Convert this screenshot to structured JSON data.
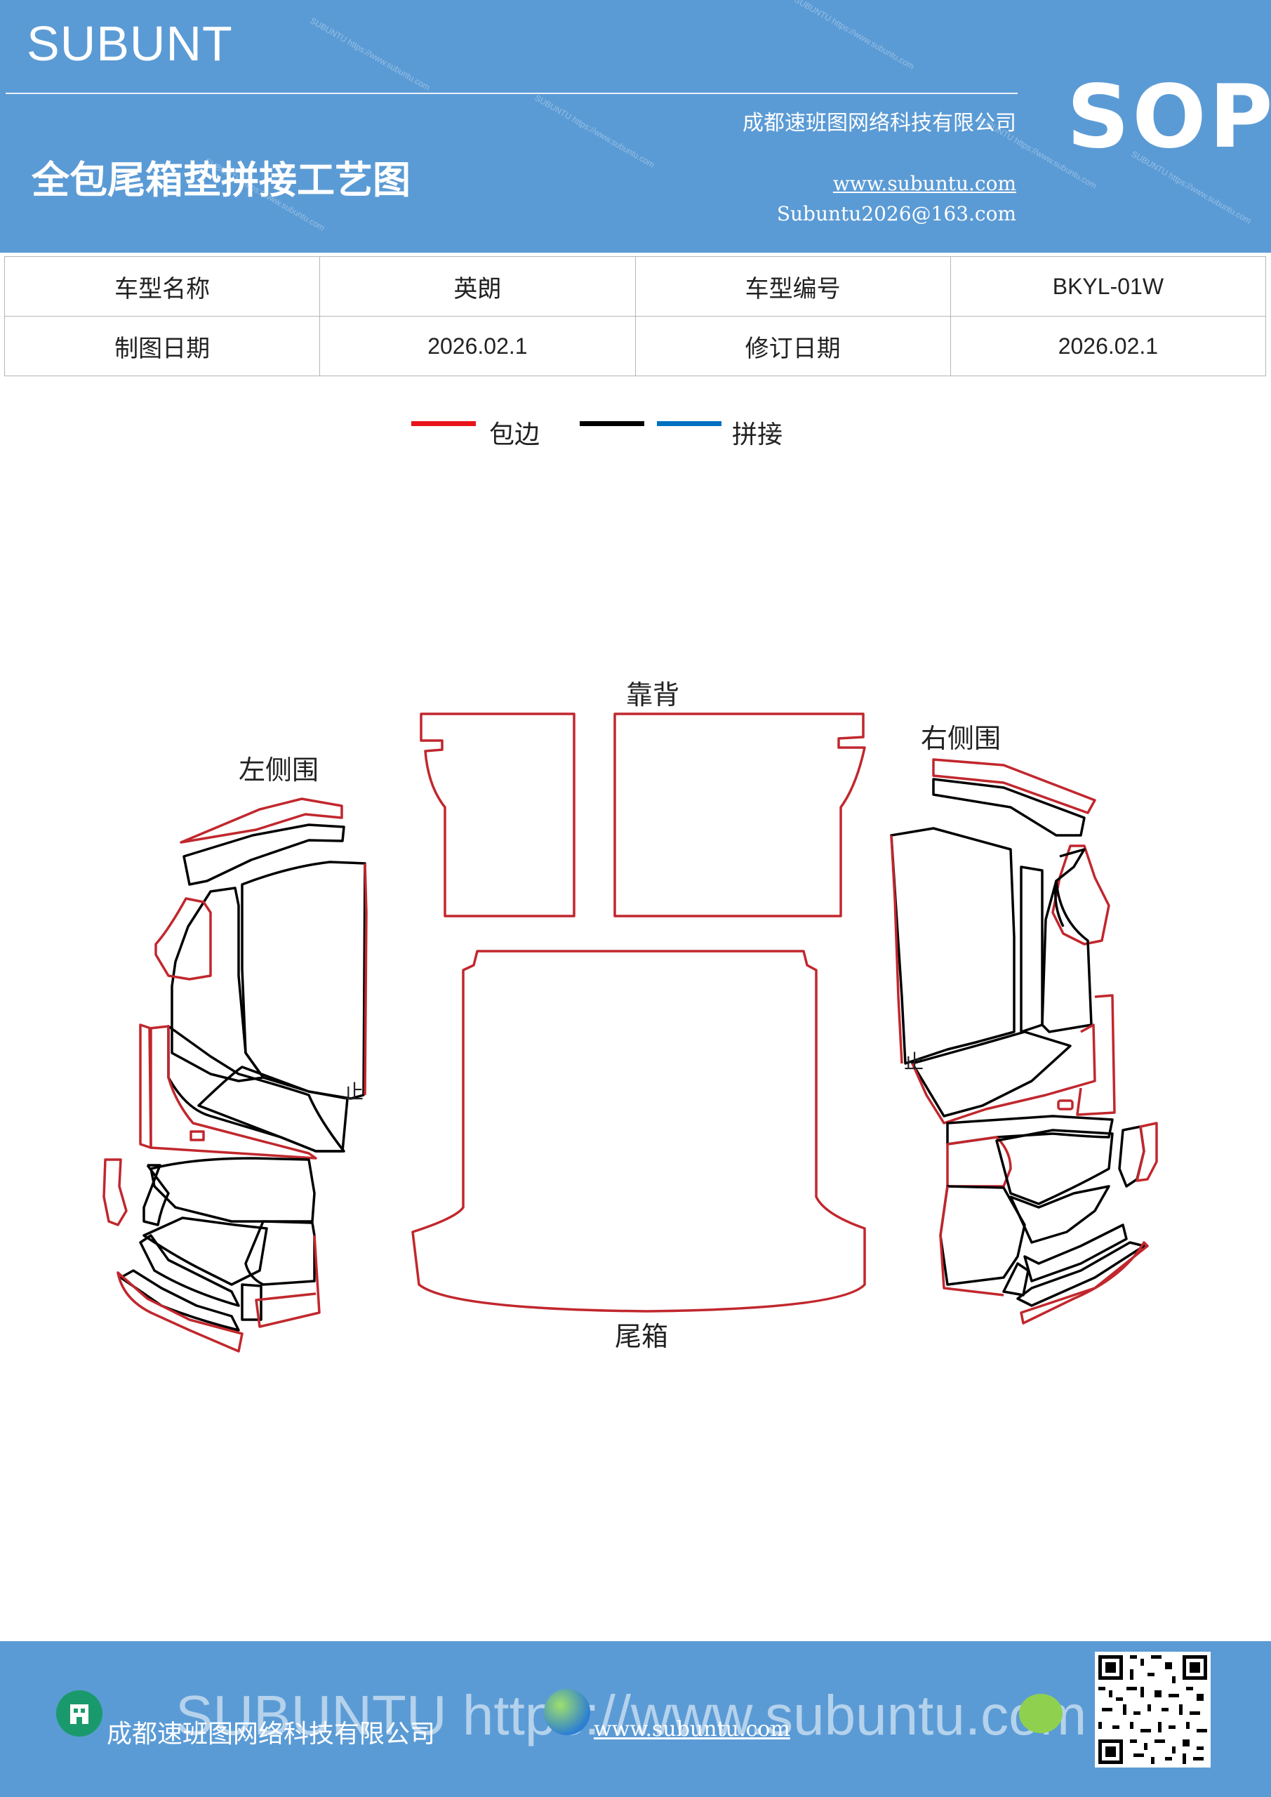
{
  "header": {
    "brand": "SUBUNT",
    "title": "全包尾箱垫拼接工艺图",
    "company": "成都速班图网络科技有限公司",
    "website": "www.subuntu.com",
    "email": "Subuntu2026@163.com",
    "badge": "SOP",
    "watermark": "SUBUNTU https://www.subuntu.com"
  },
  "info_table": {
    "row1": [
      "车型名称",
      "英朗",
      "车型编号",
      "BKYL-01W"
    ],
    "row2": [
      "制图日期",
      "2026.02.1",
      "修订日期",
      "2026.02.1"
    ]
  },
  "legend": {
    "items": [
      {
        "label": "包边",
        "color": "#e8141b"
      },
      {
        "label": "",
        "color": "#000000"
      },
      {
        "label": "拼接",
        "color": "#0070c0"
      }
    ]
  },
  "diagram": {
    "labels": {
      "backrest": "靠背",
      "left_side": "左侧围",
      "right_side": "右侧围",
      "trunk": "尾箱",
      "mark_left": "止",
      "mark_right": "止"
    }
  },
  "footer": {
    "company": "成都速班图网络科技有限公司",
    "website": "www.subuntu.com",
    "watermark": "SUBUNTU https://www.subuntu.com"
  }
}
